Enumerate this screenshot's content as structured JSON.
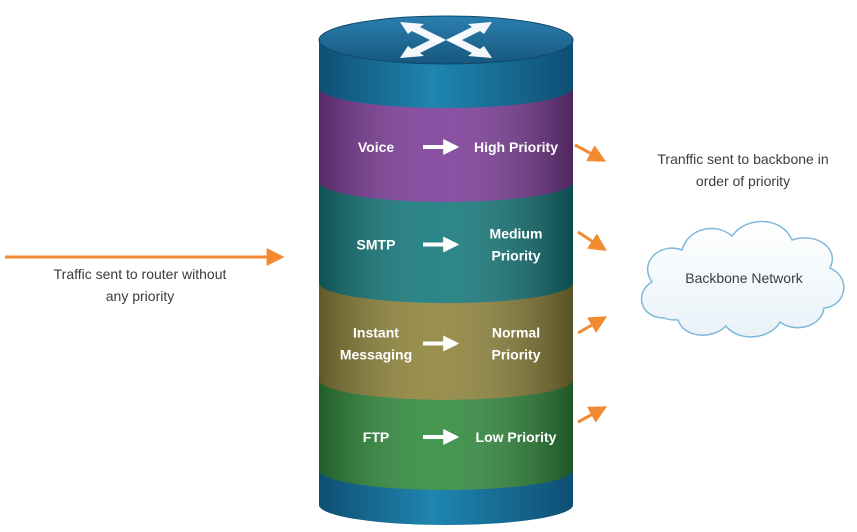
{
  "input_caption": {
    "line1": "Traffic sent to router without",
    "line2": "any priority"
  },
  "output_caption": {
    "line1": "Tranffic sent to backbone in",
    "line2": "order of priority"
  },
  "cloud_label": "Backbone Network",
  "bands": [
    {
      "source": [
        "Voice"
      ],
      "priority": [
        "High Priority"
      ],
      "color": "#7d3c98"
    },
    {
      "source": [
        "SMTP"
      ],
      "priority": [
        "Medium",
        "Priority"
      ],
      "color": "#13787a"
    },
    {
      "source": [
        "Instant",
        "Messaging"
      ],
      "priority": [
        "Normal",
        "Priority"
      ],
      "color": "#8e8339"
    },
    {
      "source": [
        "FTP"
      ],
      "priority": [
        "Low Priority"
      ],
      "color": "#2f8a3c"
    }
  ],
  "colors": {
    "arrow": "#f28a30",
    "router_top": "#1f6896",
    "router_body": "#1b7fa8",
    "cloud_stroke": "#7fb9d8"
  },
  "icons": {
    "router": "router-arrows-icon",
    "cloud": "cloud-icon"
  }
}
